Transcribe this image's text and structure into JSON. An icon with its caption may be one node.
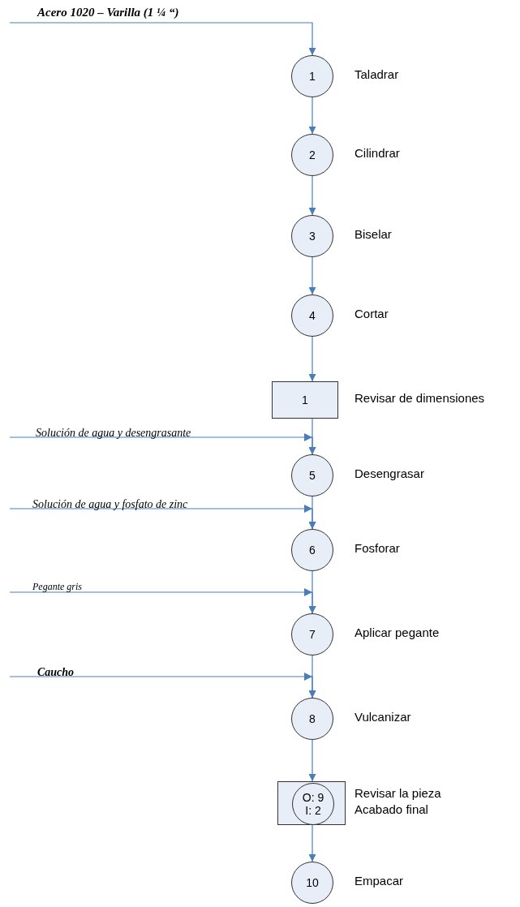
{
  "diagram": {
    "nodes": [
      {
        "text": [
          "1"
        ],
        "beside": [
          "Taladrar"
        ]
      },
      {
        "text": [
          "2"
        ],
        "beside": [
          "Cilindrar"
        ]
      },
      {
        "text": [
          "3"
        ],
        "beside": [
          "Biselar"
        ]
      },
      {
        "text": [
          "4"
        ],
        "beside": [
          "Cortar"
        ]
      },
      {
        "text": [
          "1"
        ],
        "beside": [
          "Revisar de dimensiones"
        ]
      },
      {
        "text": [
          "5"
        ],
        "beside": [
          "Desengrasar"
        ]
      },
      {
        "text": [
          "6"
        ],
        "beside": [
          "Fosforar"
        ]
      },
      {
        "text": [
          "7"
        ],
        "beside": [
          "Aplicar pegante"
        ]
      },
      {
        "text": [
          "8"
        ],
        "beside": [
          "Vulcanizar"
        ]
      },
      {
        "text": [],
        "shape": "box",
        "beside": [
          "Revisar la pieza",
          "Acabado final"
        ]
      },
      {
        "text": [
          "O: 9",
          "I: 2"
        ],
        "in": 9
      },
      {
        "text": [
          "10"
        ],
        "beside": [
          "Empacar"
        ]
      }
    ],
    "edges": [
      {
        "from": null,
        "to": 0,
        "arrow": "to",
        "label": "Acero 1020 – Varilla (1 ¼ “)"
      },
      {
        "from": 0,
        "to": 1,
        "arrow": "to"
      },
      {
        "from": 1,
        "to": 2,
        "arrow": "to"
      },
      {
        "from": 2,
        "to": 3,
        "arrow": "to"
      },
      {
        "from": 3,
        "to": 4,
        "arrow": "to"
      },
      {
        "from": 4,
        "to": 5,
        "arrow": "to"
      },
      {
        "from": null,
        "to": 5,
        "arrow": "to",
        "label": "Solución de agua y desengrasante"
      },
      {
        "from": 5,
        "to": 6,
        "arrow": "to"
      },
      {
        "from": null,
        "to": 6,
        "arrow": "to",
        "label": "Solución de agua y fosfato de zinc"
      },
      {
        "from": 6,
        "to": 7,
        "arrow": "to"
      },
      {
        "from": null,
        "to": 7,
        "arrow": "to",
        "label": "Pegante gris"
      },
      {
        "from": 7,
        "to": 8,
        "arrow": "to"
      },
      {
        "from": null,
        "to": 8,
        "arrow": "to",
        "label": "Caucho"
      },
      {
        "from": 8,
        "to": 9,
        "arrow": "to"
      },
      {
        "from": 9,
        "to": 11,
        "arrow": "to"
      }
    ]
  }
}
